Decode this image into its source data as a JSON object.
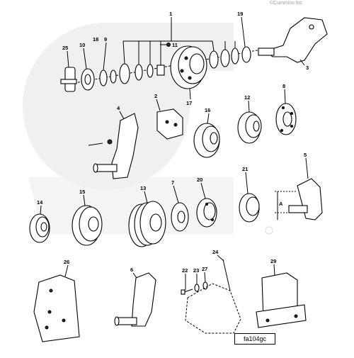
{
  "copyright": "©Cummins Inc",
  "watermark_text": "Cummins",
  "figure_code": "fa104gc",
  "callouts": [
    "1",
    "19",
    "10",
    "9",
    "25",
    "11",
    "3",
    "18",
    "17",
    "2",
    "4",
    "16",
    "12",
    "8",
    "5",
    "21",
    "20",
    "7",
    "13",
    "15",
    "14",
    "24",
    "22",
    "23",
    "27",
    "6",
    "26",
    "29",
    "A"
  ]
}
